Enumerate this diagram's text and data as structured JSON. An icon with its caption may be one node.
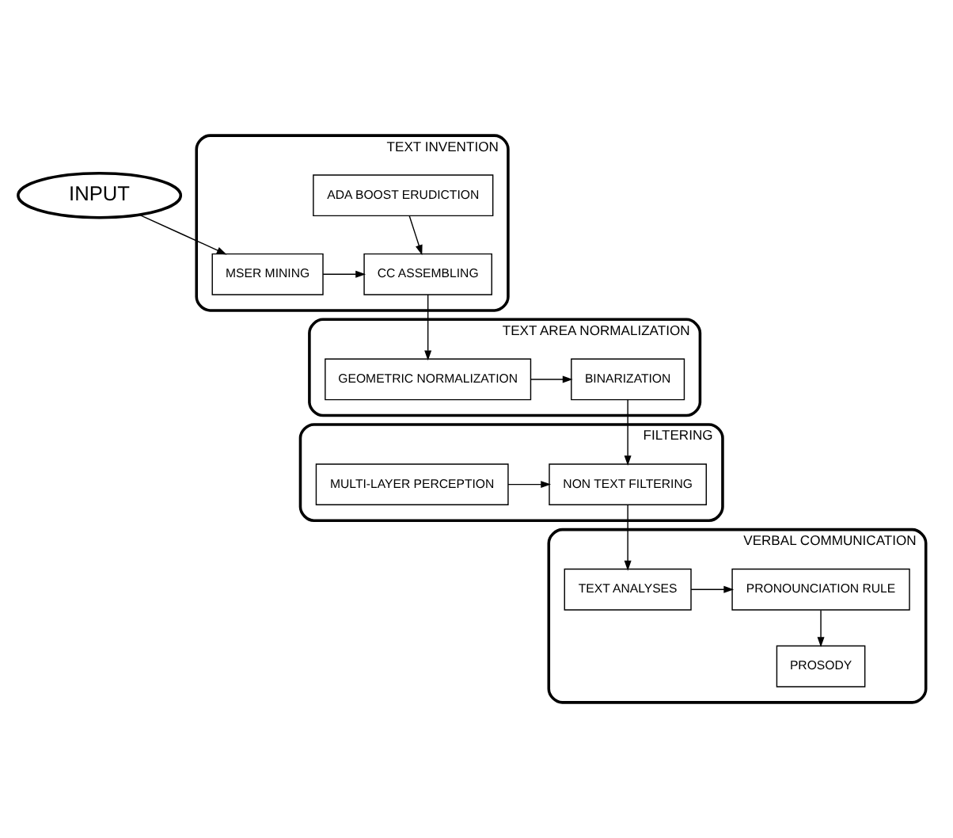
{
  "diagram": {
    "nodes": [
      {
        "text": [
          "INPUT"
        ]
      },
      {
        "text": [
          "TEXT INVENTION"
        ]
      },
      {
        "text": [
          "MSER MINING"
        ],
        "in": 1
      },
      {
        "text": [
          "CC ASSEMBLING"
        ],
        "in": 1
      },
      {
        "text": [
          "ADA BOOST ERUDICTION"
        ],
        "in": 1
      },
      {
        "text": [
          "TEXT AREA NORMALIZATION"
        ]
      },
      {
        "text": [
          "BINARIZATION"
        ],
        "in": 5
      },
      {
        "text": [
          "GEOMETRIC NORMALIZATION"
        ],
        "in": 5
      },
      {
        "text": [
          "FILTERING"
        ]
      },
      {
        "text": [
          "NON TEXT FILTERING"
        ],
        "in": 8
      },
      {
        "text": [
          "MULTI-LAYER PERCEPTION"
        ],
        "in": 8
      },
      {
        "text": [
          "VERBAL COMMUNICATION"
        ]
      },
      {
        "text": [
          "TEXT ANALYSES"
        ],
        "in": 11
      },
      {
        "text": [
          "PRONOUNCIATION RULE"
        ],
        "in": 11
      },
      {
        "text": [
          "PROSODY"
        ],
        "in": 11
      }
    ],
    "edges": [
      {
        "from": 0,
        "to": 2,
        "arrow": "to"
      },
      {
        "from": 2,
        "to": 3,
        "arrow": "to"
      },
      {
        "from": 4,
        "to": 3,
        "arrow": "to"
      },
      {
        "from": 3,
        "to": 7,
        "arrow": "to"
      },
      {
        "from": 7,
        "to": 6,
        "arrow": "to"
      },
      {
        "from": 6,
        "to": 9,
        "arrow": "to"
      },
      {
        "from": 10,
        "to": 9,
        "arrow": "to"
      },
      {
        "from": 9,
        "to": 12,
        "arrow": "to"
      },
      {
        "from": 12,
        "to": 13,
        "arrow": "to"
      },
      {
        "from": 13,
        "to": 14,
        "arrow": "to"
      }
    ]
  }
}
